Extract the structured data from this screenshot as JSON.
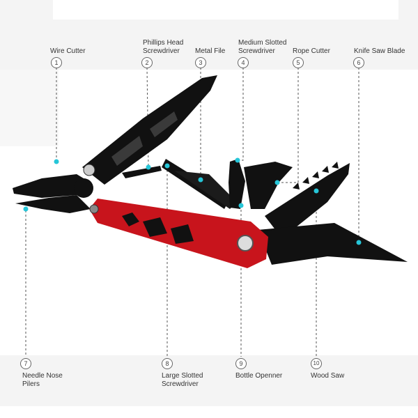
{
  "callouts": [
    {
      "number": "1",
      "label": "Wire Cutter"
    },
    {
      "number": "2",
      "label": "Phillips Head\nScrewdriver"
    },
    {
      "number": "3",
      "label": "Metal File"
    },
    {
      "number": "4",
      "label": "Medium Slotted\nScrewdriver"
    },
    {
      "number": "5",
      "label": "Rope Cutter"
    },
    {
      "number": "6",
      "label": "Knife Saw Blade"
    },
    {
      "number": "7",
      "label": "Needle Nose\nPilers"
    },
    {
      "number": "8",
      "label": "Large Slotted\nScrewdriver"
    },
    {
      "number": "9",
      "label": "Bottle Openner"
    },
    {
      "number": "10",
      "label": "Wood Saw"
    }
  ],
  "colors": {
    "handle_red": "#c8141c",
    "blade_black": "#111111",
    "callout_dot": "#26c6d8",
    "leader_line": "#555555"
  }
}
